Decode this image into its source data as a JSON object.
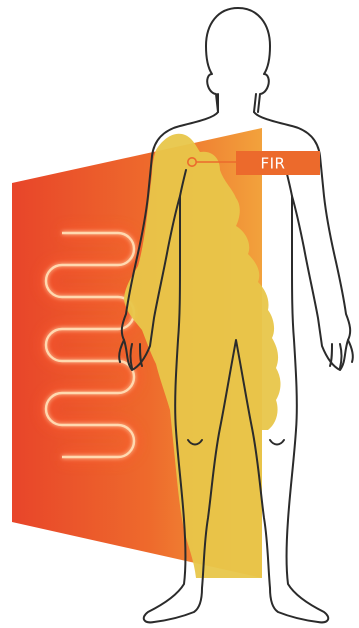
{
  "diagram": {
    "label": "FIR",
    "colors": {
      "panel_orange": "#F08A2A",
      "panel_red": "#E8452A",
      "heat_wave_yellow": "#E8C64A",
      "body_outline": "#2B2B2B",
      "label_bg": "#EC6A2C",
      "label_text": "#FFFFFF",
      "heating_wire": "#FFD9B0"
    },
    "icons": [
      "heating-panel",
      "human-body-outline",
      "heat-wave"
    ]
  }
}
